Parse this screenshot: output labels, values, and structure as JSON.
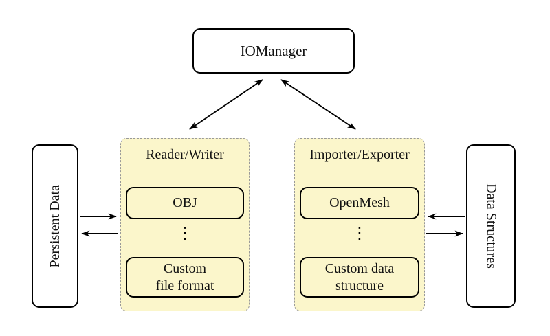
{
  "diagram": {
    "background": "#ffffff",
    "colors": {
      "panel_fill": "#fbf6cb",
      "panel_border": "#999999",
      "node_border": "#000000",
      "node_fill": "#ffffff",
      "arrow": "#000000"
    },
    "nodes": {
      "iomanager": {
        "label": "IOManager"
      },
      "persistent_data": {
        "label": "Persistent Data"
      },
      "data_structures": {
        "label": "Data Structures"
      },
      "reader_writer": {
        "title": "Reader/Writer",
        "dots": "⋮",
        "items": [
          {
            "label": "OBJ",
            "line1": "OBJ",
            "line2": ""
          },
          {
            "label": "Custom file format",
            "line1": "Custom",
            "line2": "file format"
          }
        ]
      },
      "importer_exporter": {
        "title": "Importer/Exporter",
        "dots": "⋮",
        "items": [
          {
            "label": "OpenMesh",
            "line1": "OpenMesh",
            "line2": ""
          },
          {
            "label": "Custom data structure",
            "line1": "Custom data",
            "line2": "structure"
          }
        ]
      }
    },
    "connections": [
      {
        "from": "IOManager",
        "to": "Reader/Writer",
        "direction": "bidirectional"
      },
      {
        "from": "IOManager",
        "to": "Importer/Exporter",
        "direction": "bidirectional"
      },
      {
        "from": "Persistent Data",
        "to": "Reader/Writer",
        "direction": "right"
      },
      {
        "from": "Reader/Writer",
        "to": "Persistent Data",
        "direction": "left"
      },
      {
        "from": "Data Structures",
        "to": "Importer/Exporter",
        "direction": "left"
      },
      {
        "from": "Importer/Exporter",
        "to": "Data Structures",
        "direction": "right"
      }
    ]
  }
}
